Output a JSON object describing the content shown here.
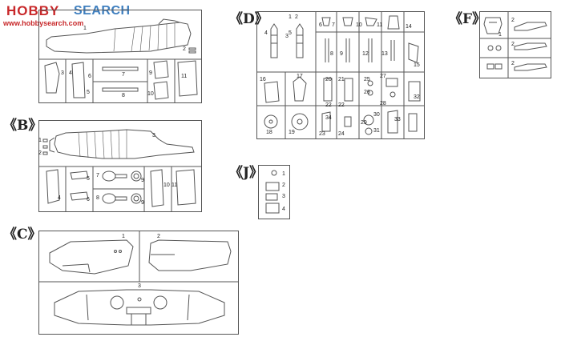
{
  "watermark": {
    "hobby": "HOBBY",
    "search": "SEARCH",
    "url": "www.hobbysearch.com"
  },
  "sections": {
    "A": {
      "label": "",
      "numbers": [
        "1",
        "2",
        "3",
        "4",
        "5",
        "6",
        "7",
        "8",
        "9",
        "10",
        "11"
      ]
    },
    "B": {
      "label": "《B》",
      "numbers": [
        "1",
        "2",
        "3",
        "4",
        "5",
        "6",
        "7",
        "8",
        "9",
        "9",
        "10",
        "11"
      ]
    },
    "C": {
      "label": "《C》",
      "numbers": [
        "1",
        "2",
        "3"
      ]
    },
    "D": {
      "label": "《D》",
      "numbers": [
        "1",
        "2",
        "3",
        "4",
        "5",
        "6",
        "7",
        "8",
        "9",
        "10",
        "11",
        "12",
        "13",
        "14",
        "15",
        "16",
        "17",
        "18",
        "19",
        "20",
        "21",
        "22",
        "22",
        "23",
        "24",
        "25",
        "26",
        "27",
        "28",
        "29",
        "30",
        "31",
        "32",
        "33",
        "34"
      ]
    },
    "F": {
      "label": "《F》",
      "numbers": [
        "1",
        "2",
        "2",
        "2"
      ]
    },
    "J": {
      "label": "《J》",
      "numbers": [
        "1",
        "2",
        "3",
        "4"
      ]
    }
  }
}
